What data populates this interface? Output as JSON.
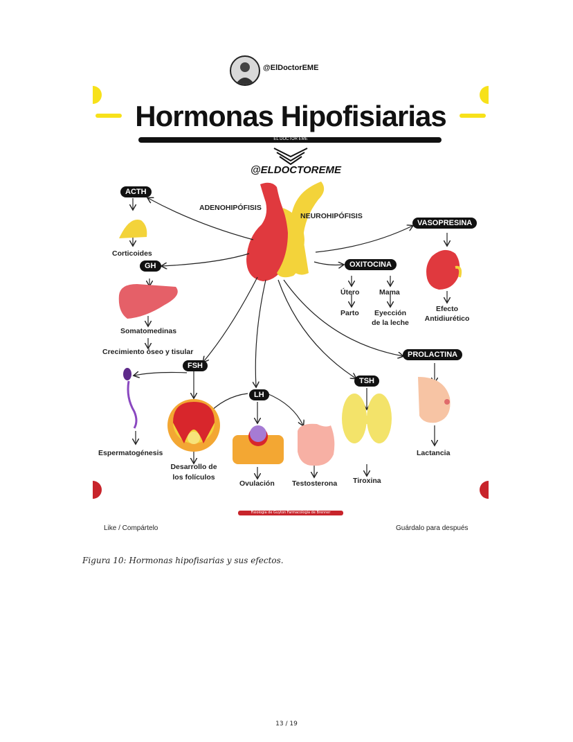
{
  "figure": {
    "handle_top": "@ElDoctorEME",
    "title": "Hormonas Hipofisiarias",
    "subtitle_bar": "EL DOCTOR EME",
    "brand": "@ELDOCTOREME",
    "adenohipofisis": "ADENOHIPÓFISIS",
    "neurohipofisis": "NEUROHIPÓFISIS",
    "hormones": {
      "acth": "ACTH",
      "gh": "GH",
      "fsh": "FSH",
      "lh": "LH",
      "tsh": "TSH",
      "prolactina": "PROLACTINA",
      "oxitocina": "OXITOCINA",
      "vasopresina": "VASOPRESINA"
    },
    "effects": {
      "corticoides": "Corticoides",
      "somatomedinas": "Somatomedinas",
      "crecimiento": "Crecimiento óseo y tisular",
      "espermatogenesis": "Espermatogénesis",
      "desarrollo_1": "Desarrollo de",
      "desarrollo_2": "los folículos",
      "ovulacion": "Ovulación",
      "testosterona": "Testosterona",
      "tiroxina": "Tiroxina",
      "lactancia": "Lactancia",
      "utero": "Útero",
      "parto": "Parto",
      "mama": "Mama",
      "eyeccion_1": "Eyección",
      "eyeccion_2": "de la leche",
      "efecto_1": "Efecto",
      "efecto_2": "Antidiurético"
    },
    "footer_left": "Like / Compártelo",
    "footer_right": "Guárdalo para después",
    "footer_banner": "Fisiología de Guyton  Farmacología de Brenner"
  },
  "caption": "Figura 10: Hormonas hipofisarias y sus efectos.",
  "page_number": "13 / 19",
  "colors": {
    "accent_yellow": "#f7e11a",
    "gland_red": "#e0393e",
    "gland_yellow": "#f3d33a",
    "black": "#111111"
  }
}
